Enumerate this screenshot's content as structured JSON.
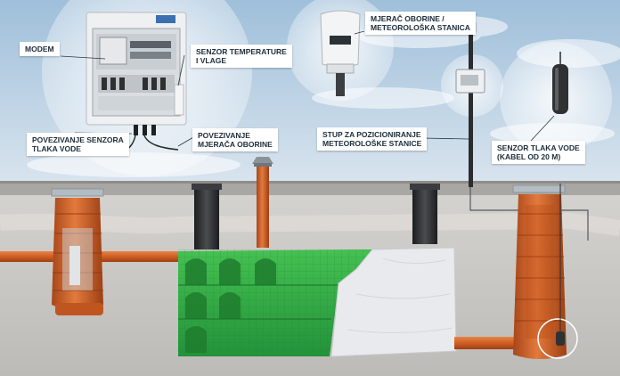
{
  "labels": {
    "modem": "MODEM",
    "temp_humidity_sensor": "SENZOR TEMPERATURE\nI VLAGE",
    "rain_gauge": "MJERAČ OBORINE /\nMETEOROLOŠKA STANICA",
    "pressure_sensor_connection": "POVEZIVANJE SENZORA\nTLAKA VODE",
    "rain_gauge_connection": "POVEZIVANJE\nMJERAČA OBORINE",
    "station_pole": "STUP ZA POZICIONIRANJE\nMETEOROLOŠKE STANICE",
    "water_pressure_sensor": "SENZOR TLAKA VODE\n(KABEL OD 20 M)"
  },
  "branding": {
    "cabinet_badge": "",
    "gauge_logo": ""
  },
  "colors": {
    "sky_top": "#9fbfda",
    "sky_bottom": "#dbe6ef",
    "soil": "#cbc9c5",
    "surface": "#a9a7a3",
    "pipe_orange": "#d4652a",
    "tank_green": "#2fae3f",
    "riser_dark": "#2d2f31",
    "wrap_grey": "#e6e8ec"
  }
}
